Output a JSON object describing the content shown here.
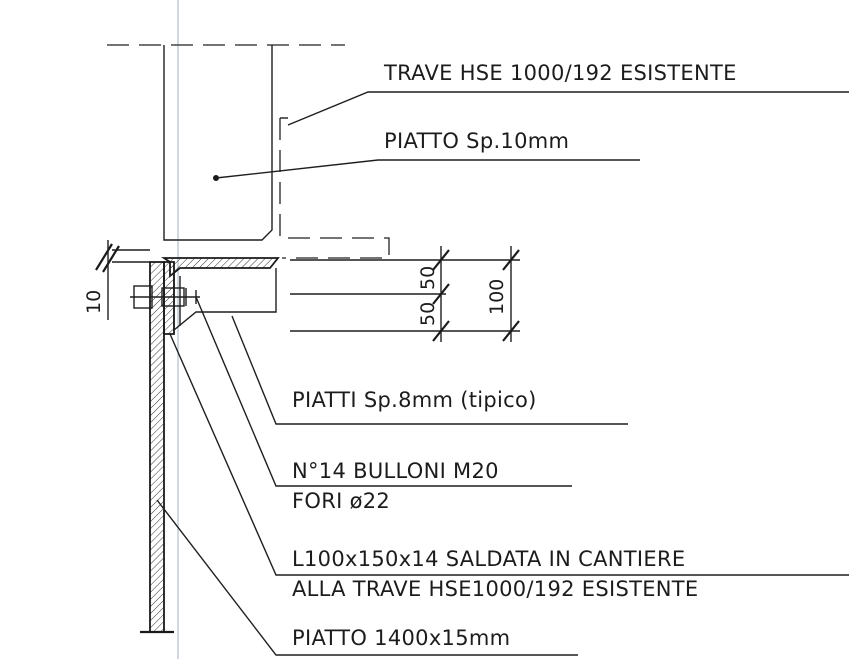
{
  "labels": {
    "beam": "TRAVE HSE 1000/192 ESISTENTE",
    "plate10": "PIATTO Sp.10mm",
    "plates8": "PIATTI Sp.8mm (tipico)",
    "bolts": "N°14 BULLONI M20",
    "holes": "FORI ø22",
    "angle_1": "L100x150x14 SALDATA IN CANTIERE",
    "angle_2": "ALLA TRAVE HSE1000/192 ESISTENTE",
    "plate1400": "PIATTO 1400x15mm"
  },
  "dimensions": {
    "gap": "10",
    "upper": "50",
    "lower": "50",
    "total": "100"
  },
  "colors": {
    "ink": "#1f1f1f",
    "axis": "#b8c4d2",
    "paper": "#ffffff"
  }
}
